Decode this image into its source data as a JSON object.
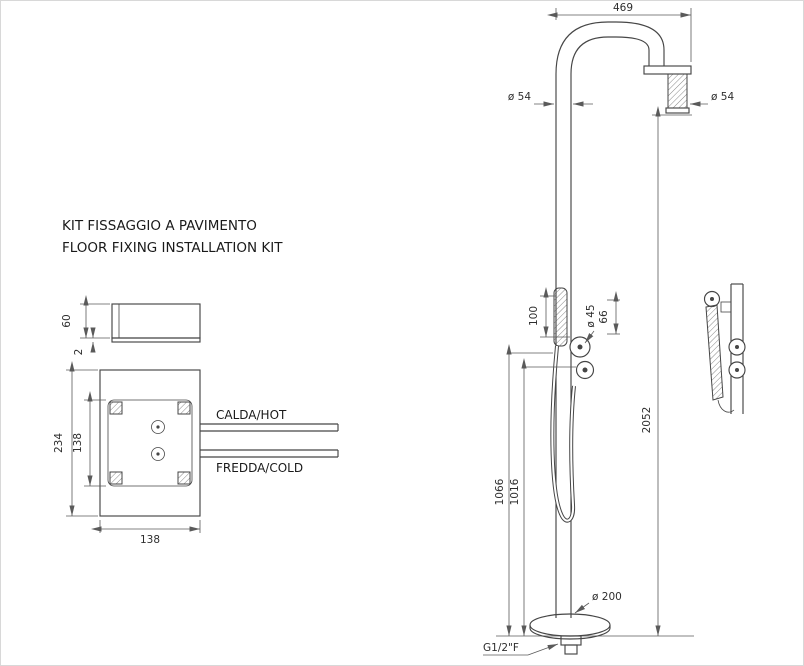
{
  "colors": {
    "line": "#464646",
    "text": "#1a1a1a",
    "bg": "#ffffff",
    "border": "#d8d8d8"
  },
  "title": {
    "line1": "KIT FISSAGGIO A PAVIMENTO",
    "line2": "FLOOR FIXING INSTALLATION KIT"
  },
  "fixing_kit": {
    "side_height": "60",
    "plate_thickness": "2",
    "plate_length": "234",
    "inner_spacing": "138",
    "plate_width": "138",
    "hot_label": "CALDA/HOT",
    "cold_label": "FREDDA/COLD"
  },
  "column": {
    "top_width": "469",
    "tube_dia_left": "ø 54",
    "head_dia_right": "ø 54",
    "holder_offset": "100",
    "knob_dia": "ø 45",
    "knob_offset": "66",
    "total_height": "2052",
    "handshower_height": "1066",
    "mixer_height": "1016",
    "base_dia": "ø 200",
    "inlet_thread": "G1/2\"F"
  }
}
